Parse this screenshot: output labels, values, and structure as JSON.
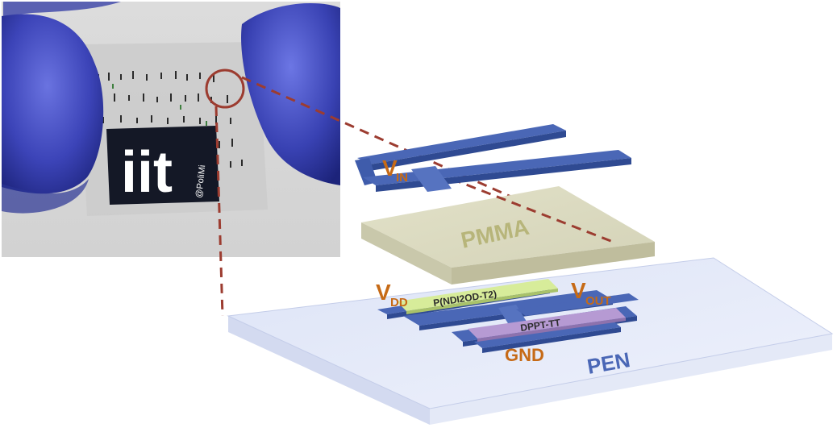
{
  "photo": {
    "logo_text": "iit",
    "logo_subtext": "@PoliMi"
  },
  "labels": {
    "vin_main": "V",
    "vin_sub": "IN",
    "pmma": "PMMA",
    "vdd_main": "V",
    "vdd_sub": "DD",
    "vout_main": "V",
    "vout_sub": "OUT",
    "n_semiconductor": "P(NDI2OD-T2)",
    "p_semiconductor": "DPPT-TT",
    "gnd": "GND",
    "pen": "PEN"
  },
  "colors": {
    "electrode": "#4a67b6",
    "pmma": "#d9d8bf",
    "pen": "#e6ebf8",
    "n_layer": "#d7ec9a",
    "p_layer": "#b69ad3",
    "label": "#c66a16",
    "pen_text": "#4a67b6",
    "callout": "#9c3c30"
  }
}
